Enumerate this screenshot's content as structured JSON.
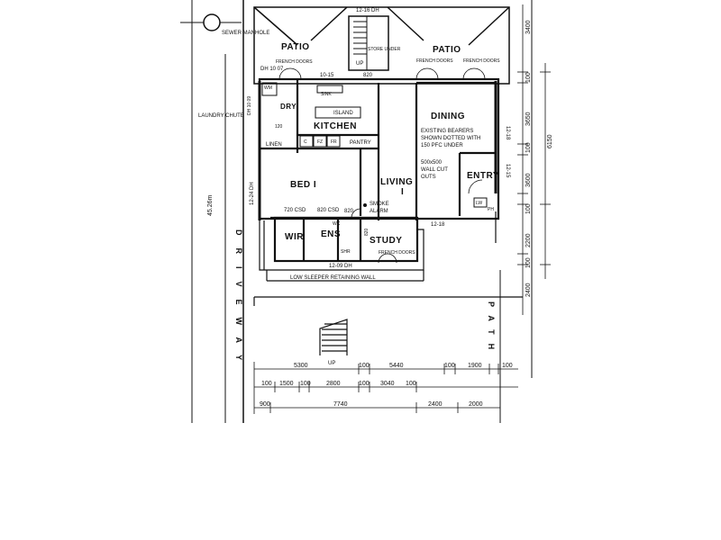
{
  "rooms": {
    "patio_left": "PATIO",
    "patio_right": "PATIO",
    "kitchen": "KITCHEN",
    "dining": "DINING",
    "living": "LIVING",
    "bed1": "BED  I",
    "entry": "ENTRY",
    "study": "STUDY",
    "wir": "WIR",
    "ens": "ENS",
    "dry": "DRY",
    "linen": "LINEN",
    "pantry": "PANTRY",
    "island": "ISLAND",
    "store": "STORE UNDER",
    "wm": "WM",
    "c": "C",
    "fz": "FZ",
    "fr": "FR",
    "sink": "SINK",
    "wc": "WC",
    "shr": "SHR"
  },
  "labels": {
    "sewer_manhole": "SEWER MANHOLE",
    "laundry_chute": "LAUNDRY CHUTE",
    "driveway": "DRIVEWAY",
    "path": "PATH",
    "retaining_wall": "LOW  SLEEPER  RETAINING  WALL",
    "bearers_note_1": "EXISTING BEARERS",
    "bearers_note_2": "SHOWN DOTTED WITH",
    "bearers_note_3": "150 PFC UNDER",
    "wall_cut_1": "500x500",
    "wall_cut_2": "WALL CUT",
    "wall_cut_3": "OUTS",
    "smoke_alarm_1": "SMOKE",
    "smoke_alarm_2": "ALARM",
    "french_doors_patio_left": "FRENCH DOORS",
    "french_doors_patio_right_a": "FRENCH DOORS",
    "french_doors_patio_right_b": "FRENCH DOORS",
    "french_doors_study": "FRENCH DOORS",
    "up_top": "UP",
    "up_bottom": "UP",
    "boundary_dim": "45.26m",
    "living_numeral": "I",
    "entry_lw": "LW",
    "entry_ph": "PH"
  },
  "dimensions": {
    "dh_top": "12-16 DH",
    "dh_left": "DH 10 07",
    "dh_1015": "10-15",
    "dh_820_top": "820",
    "dh_1009": "DH 10 09",
    "dh_1224": "12-24 DH",
    "csd_720": "720 CSD",
    "csd_820": "820 CSD",
    "dh_820_wir": "820",
    "dh_820_study": "820",
    "dh_1209": "12-09 DH",
    "dh_1218_right": "12-18",
    "dh_1218_bottom": "12-18",
    "dh_1215": "12-15",
    "csd_120": "120",
    "bottom_row1": [
      "5300",
      "100",
      "5440",
      "100",
      "1900",
      "100"
    ],
    "bottom_row2": [
      "100",
      "1500",
      "100",
      "2800",
      "100",
      "3040",
      "100"
    ],
    "bottom_row3": [
      "900",
      "7740",
      "2400",
      "2000"
    ],
    "right_col1": [
      "3400",
      "100",
      "3650",
      "100",
      "3600",
      "100",
      "2200",
      "100",
      "2400"
    ],
    "right_col2": [
      "6150"
    ]
  }
}
